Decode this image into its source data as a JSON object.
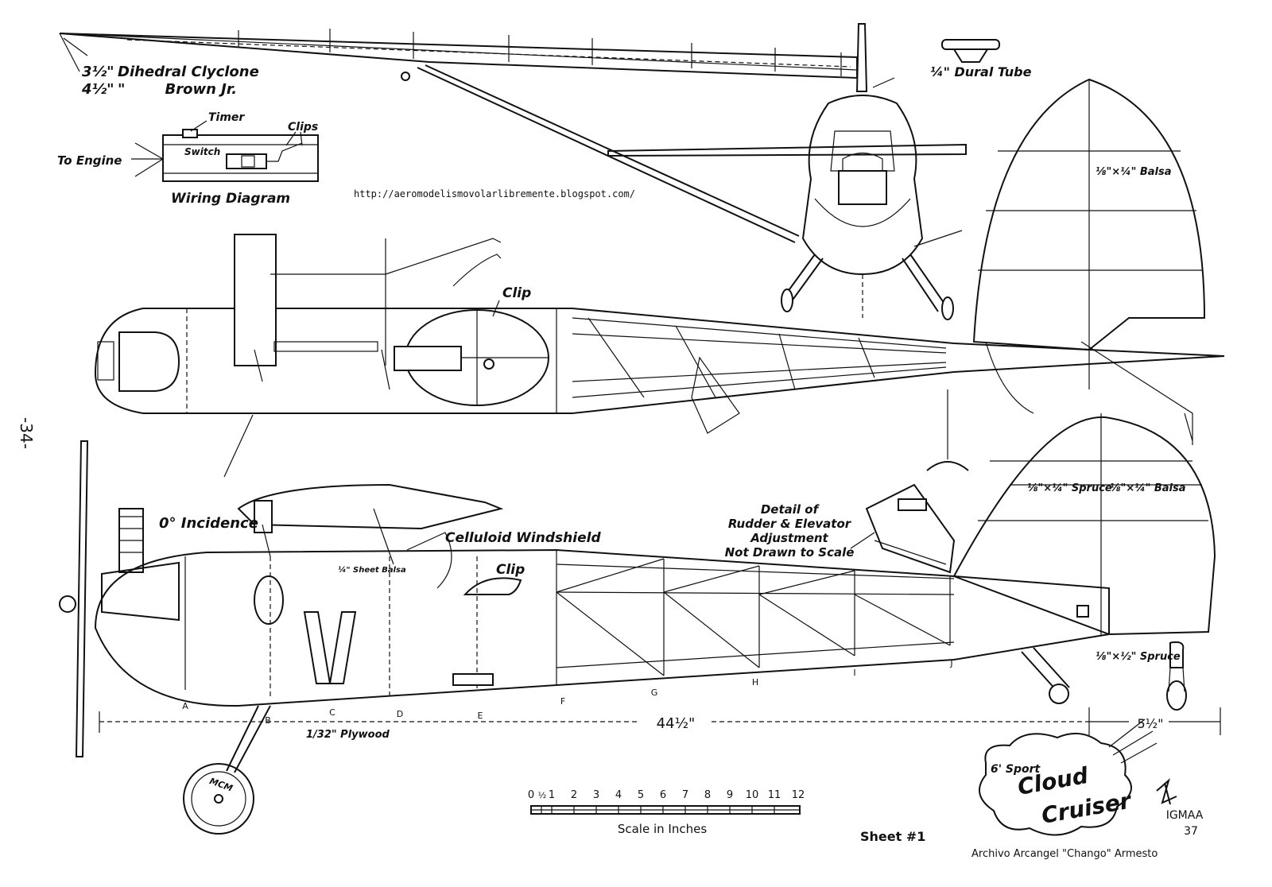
{
  "page_number": "-34-",
  "source_url": "http://aeromodelismovolarlibremente.blogspot.com/",
  "dihedral": {
    "line1_value": "3½\"",
    "line1_text": "Dihedral Clyclone",
    "line2_value": "4½\"",
    "line2_text": "\"        Brown Jr."
  },
  "wiring": {
    "title": "Wiring Diagram",
    "timer": "Timer",
    "clips": "Clips",
    "switch": "Switch",
    "to_engine": "To Engine"
  },
  "labels": {
    "dural_tube": "¼\" Dural Tube",
    "balsa_fin": "⅛\"×¼\" Balsa",
    "clip_top": "Clip",
    "clip_side": "Clip",
    "incidence": "0° Incidence",
    "windshield": "Celluloid Windshield",
    "sheet_balsa": "¼\" Sheet Balsa",
    "plywood": "1/32\" Plywood",
    "spruce_rudder": "⅛\"×¼\" Spruce",
    "balsa_rudder": "⅛\"×¼\" Balsa",
    "spruce_tail": "⅛\"×½\" Spruce",
    "detail_line1": "Detail of",
    "detail_line2": "Rudder & Elevator",
    "detail_line3": "Adjustment",
    "detail_line4": "Not Drawn to Scale",
    "wheel_initials": "MCM"
  },
  "stations": [
    "A",
    "B",
    "C",
    "D",
    "E",
    "F",
    "G",
    "H",
    "I",
    "J"
  ],
  "dimensions": {
    "fuselage_length": "44½\"",
    "tail_length": "5½\""
  },
  "scale": {
    "ticks": [
      "0",
      "½",
      "1",
      "2",
      "3",
      "4",
      "5",
      "6",
      "7",
      "8",
      "9",
      "10",
      "11",
      "12"
    ],
    "caption": "Scale in Inches"
  },
  "title_block": {
    "prefix": "6' Sport",
    "word1": "Cloud",
    "word2": "Cruiser",
    "org": "IGMAA",
    "number": "37",
    "sheet": "Sheet #1",
    "archive": "Archivo Arcangel \"Chango\" Armesto"
  }
}
